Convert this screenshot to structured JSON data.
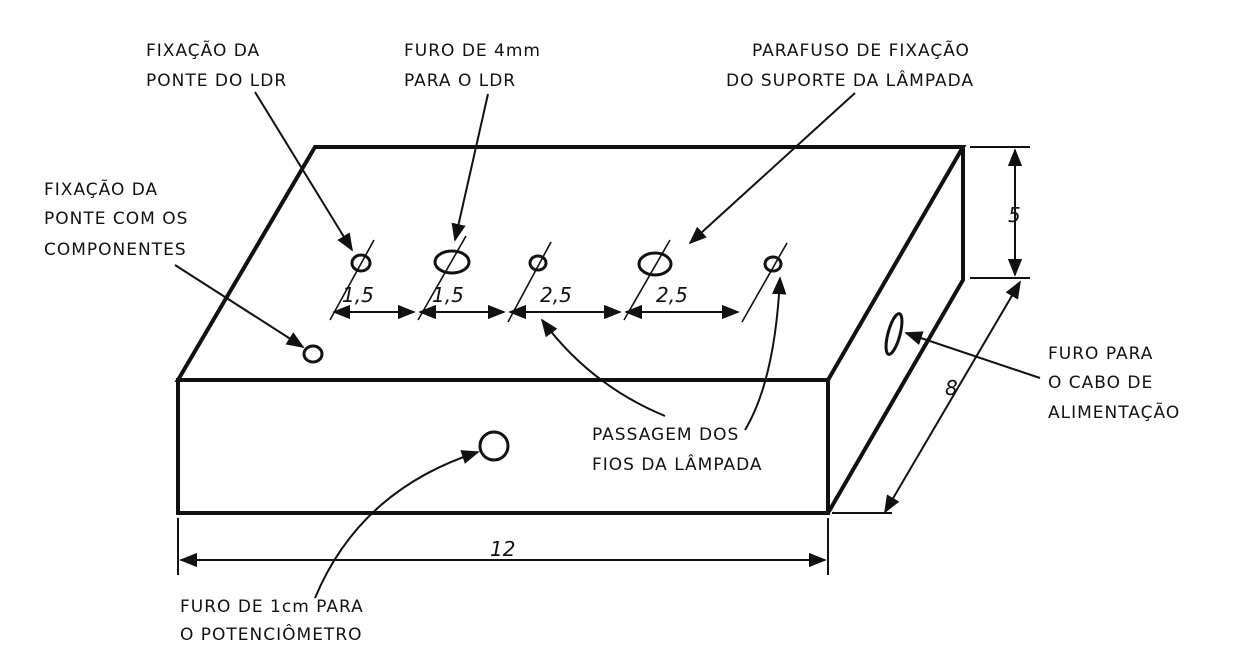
{
  "labels": {
    "ldr_bridge": [
      "FIXAÇÃO DA",
      "PONTE DO LDR"
    ],
    "ldr_hole": [
      "FURO DE 4mm",
      "PARA O LDR"
    ],
    "lamp_screw": [
      "PARAFUSO DE FIXAÇÃO",
      "DO SUPORTE DA LÂMPADA"
    ],
    "component_bridge": [
      "FIXAÇÃO DA",
      "PONTE COM OS",
      "COMPONENTES"
    ],
    "power_cable": [
      "FURO PARA",
      "O CABO DE",
      "ALIMENTAÇÃO"
    ],
    "lamp_wires": [
      "PASSAGEM DOS",
      "FIOS DA LÂMPADA"
    ],
    "pot_hole": [
      "FURO DE 1cm PARA",
      "O POTENCIÔMETRO"
    ]
  },
  "dimensions": {
    "spacing": [
      "1,5",
      "1,5",
      "2,5",
      "2,5"
    ],
    "height": "5",
    "depth": "8",
    "width": "12"
  }
}
